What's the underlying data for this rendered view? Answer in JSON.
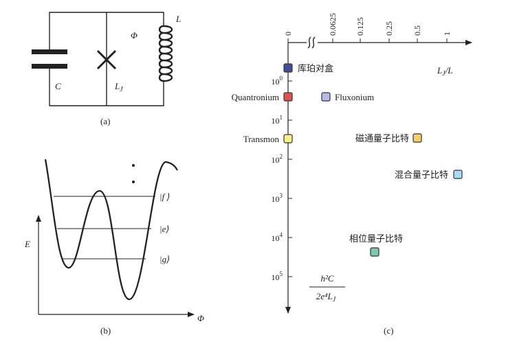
{
  "panel_a": {
    "caption": "(a)",
    "capacitor_label": "C",
    "junction_label": "L",
    "junction_sub": "J",
    "flux_label": "Φ",
    "inductor_label": "L"
  },
  "panel_b": {
    "caption": "(b)",
    "y_axis_label": "E",
    "x_axis_label": "Φ",
    "state_f": "|f ⟩",
    "state_e": "|e⟩",
    "state_g": "|g⟩"
  },
  "panel_c": {
    "caption": "(c)",
    "top_axis_label": "L",
    "top_axis_sub": "J",
    "top_axis_label_suffix": "/L",
    "top_ticks": [
      "0",
      "0.0625",
      "0.125",
      "0.25",
      "0.5",
      "1"
    ],
    "left_ticks": [
      {
        "base": "10",
        "exp": "0"
      },
      {
        "base": "10",
        "exp": "1"
      },
      {
        "base": "10",
        "exp": "2"
      },
      {
        "base": "10",
        "exp": "3"
      },
      {
        "base": "10",
        "exp": "4"
      },
      {
        "base": "10",
        "exp": "5"
      }
    ],
    "ratio_numerator": "h²C",
    "ratio_denominator": "2e⁴L",
    "ratio_denominator_sub": "J",
    "points": [
      {
        "label": "库珀对盒",
        "color": "#3f4f9e"
      },
      {
        "label": "Quantronium",
        "color": "#d9534f"
      },
      {
        "label": "Fluxonium",
        "color": "#b9b8e6"
      },
      {
        "label": "Transmon",
        "color": "#f7f08a"
      },
      {
        "label": "磁通量子比特",
        "color": "#f4cf72"
      },
      {
        "label": "混合量子比特",
        "color": "#a9dbf5"
      },
      {
        "label": "相位量子比特",
        "color": "#7fc8a9"
      }
    ]
  }
}
